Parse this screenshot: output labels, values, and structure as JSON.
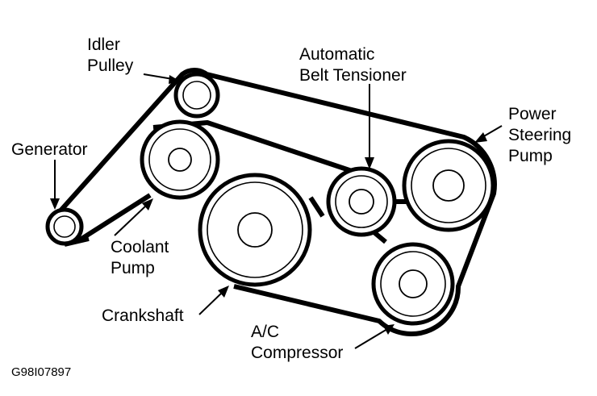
{
  "figure_code": "G98I07897",
  "labels": {
    "idler_pulley": [
      "Idler",
      "Pulley"
    ],
    "automatic_belt_tensioner": [
      "Automatic",
      "Belt Tensioner"
    ],
    "power_steering_pump": [
      "Power",
      "Steering",
      "Pump"
    ],
    "generator": [
      "Generator"
    ],
    "coolant_pump": [
      "Coolant",
      "Pump"
    ],
    "crankshaft": [
      "Crankshaft"
    ],
    "ac_compressor": [
      "A/C",
      "Compressor"
    ]
  }
}
